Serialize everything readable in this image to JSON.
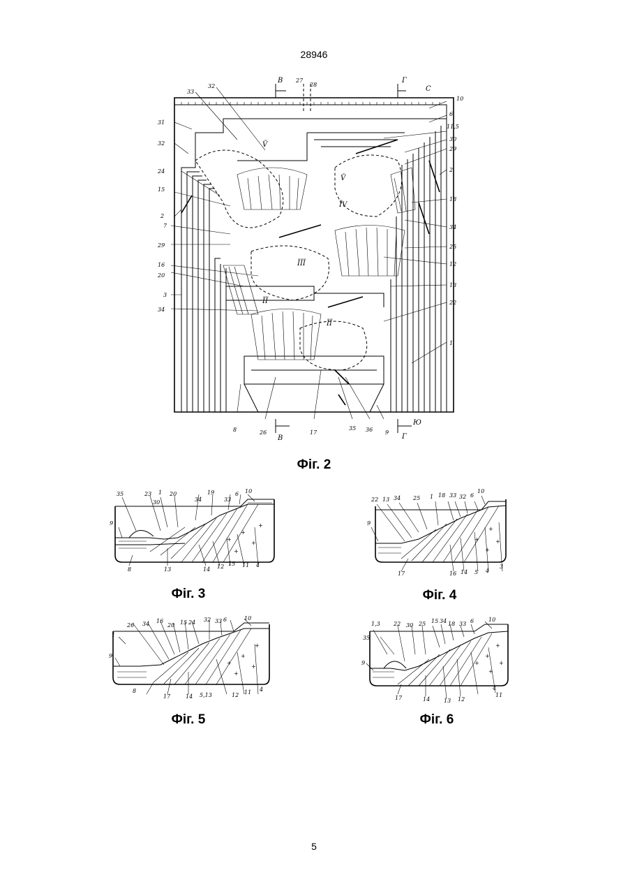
{
  "page": {
    "header_number": "28946",
    "footer_number": "5"
  },
  "figures": {
    "fig2": {
      "caption": "Фіг. 2",
      "labels": {
        "B_top": "В",
        "G_top": "Г",
        "B_bottom": "В",
        "G_bottom": "Г",
        "north": "С",
        "south": "Ю",
        "n27": "27",
        "n28": "28",
        "n10": "10",
        "n6": "6",
        "n11_5": "11,5",
        "n30": "30",
        "n29a": "29",
        "n2a": "2",
        "n18": "18",
        "n34a": "34",
        "n25": "25",
        "n12": "12",
        "n13": "13",
        "n22": "22",
        "n1": "1",
        "n33": "33",
        "n32a": "32",
        "n31": "31",
        "n32b": "32",
        "n24": "24",
        "n15": "15",
        "n2b": "2",
        "n7": "7",
        "n29b": "29",
        "n16": "16",
        "n20": "20",
        "n3": "3",
        "n34b": "34",
        "n8": "8",
        "n26": "26",
        "n17": "17",
        "n35": "35",
        "n36": "36",
        "n9": "9",
        "rV": "Ṽ",
        "rVa": "Ṽ",
        "rIV": "Ĩ̃V",
        "rIII": "ĨĨĨ",
        "rII": "ĨĨ",
        "rIIb": "ĨĨ"
      }
    },
    "fig3": {
      "caption": "Фіг. 3",
      "labels": [
        "35",
        "23",
        "1",
        "20",
        "30",
        "34",
        "19",
        "33",
        "6",
        "10",
        "9",
        "8",
        "13",
        "14",
        "12",
        "15",
        "11",
        "4"
      ]
    },
    "fig4": {
      "caption": "Фіг. 4",
      "labels": [
        "22",
        "13",
        "34",
        "25",
        "1",
        "18",
        "33",
        "32",
        "6",
        "10",
        "9",
        "17",
        "16",
        "14",
        "5",
        "4",
        "3"
      ]
    },
    "fig5": {
      "caption": "Фіг. 5",
      "labels": [
        "26",
        "34",
        "16",
        "20",
        "15",
        "24",
        "32",
        "33",
        "6",
        "10",
        "1",
        "9",
        "8",
        "17",
        "14",
        "5,13",
        "12",
        "11",
        "4"
      ]
    },
    "fig6": {
      "caption": "Фіг. 6",
      "labels": [
        "1,3",
        "35",
        "22",
        "30",
        "25",
        "15",
        "34",
        "18",
        "33",
        "6",
        "10",
        "9",
        "17",
        "14",
        "13",
        "12",
        "11",
        "4"
      ]
    }
  }
}
